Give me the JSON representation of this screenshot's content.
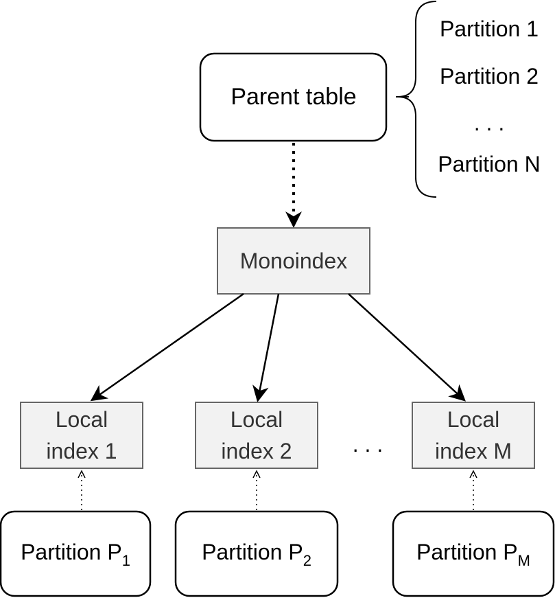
{
  "parent_table": {
    "label": "Parent table"
  },
  "partition_list": {
    "items": [
      "Partition 1",
      "Partition 2",
      "Partition N"
    ],
    "ellipsis": ". . ."
  },
  "monoindex": {
    "label": "Monoindex"
  },
  "local_indexes": [
    {
      "line1": "Local",
      "line2": "index 1"
    },
    {
      "line1": "Local",
      "line2": "index 2"
    },
    {
      "line1": "Local",
      "line2": "index M"
    }
  ],
  "local_index_ellipsis": ". . .",
  "partitions": [
    {
      "base": "Partition P",
      "sub": "1"
    },
    {
      "base": "Partition P",
      "sub": "2"
    },
    {
      "base": "Partition P",
      "sub": "M"
    }
  ],
  "colors": {
    "index_fill": "#f2f2f2",
    "index_stroke": "#666666",
    "box_stroke": "#000000",
    "index_text": "#333333"
  }
}
